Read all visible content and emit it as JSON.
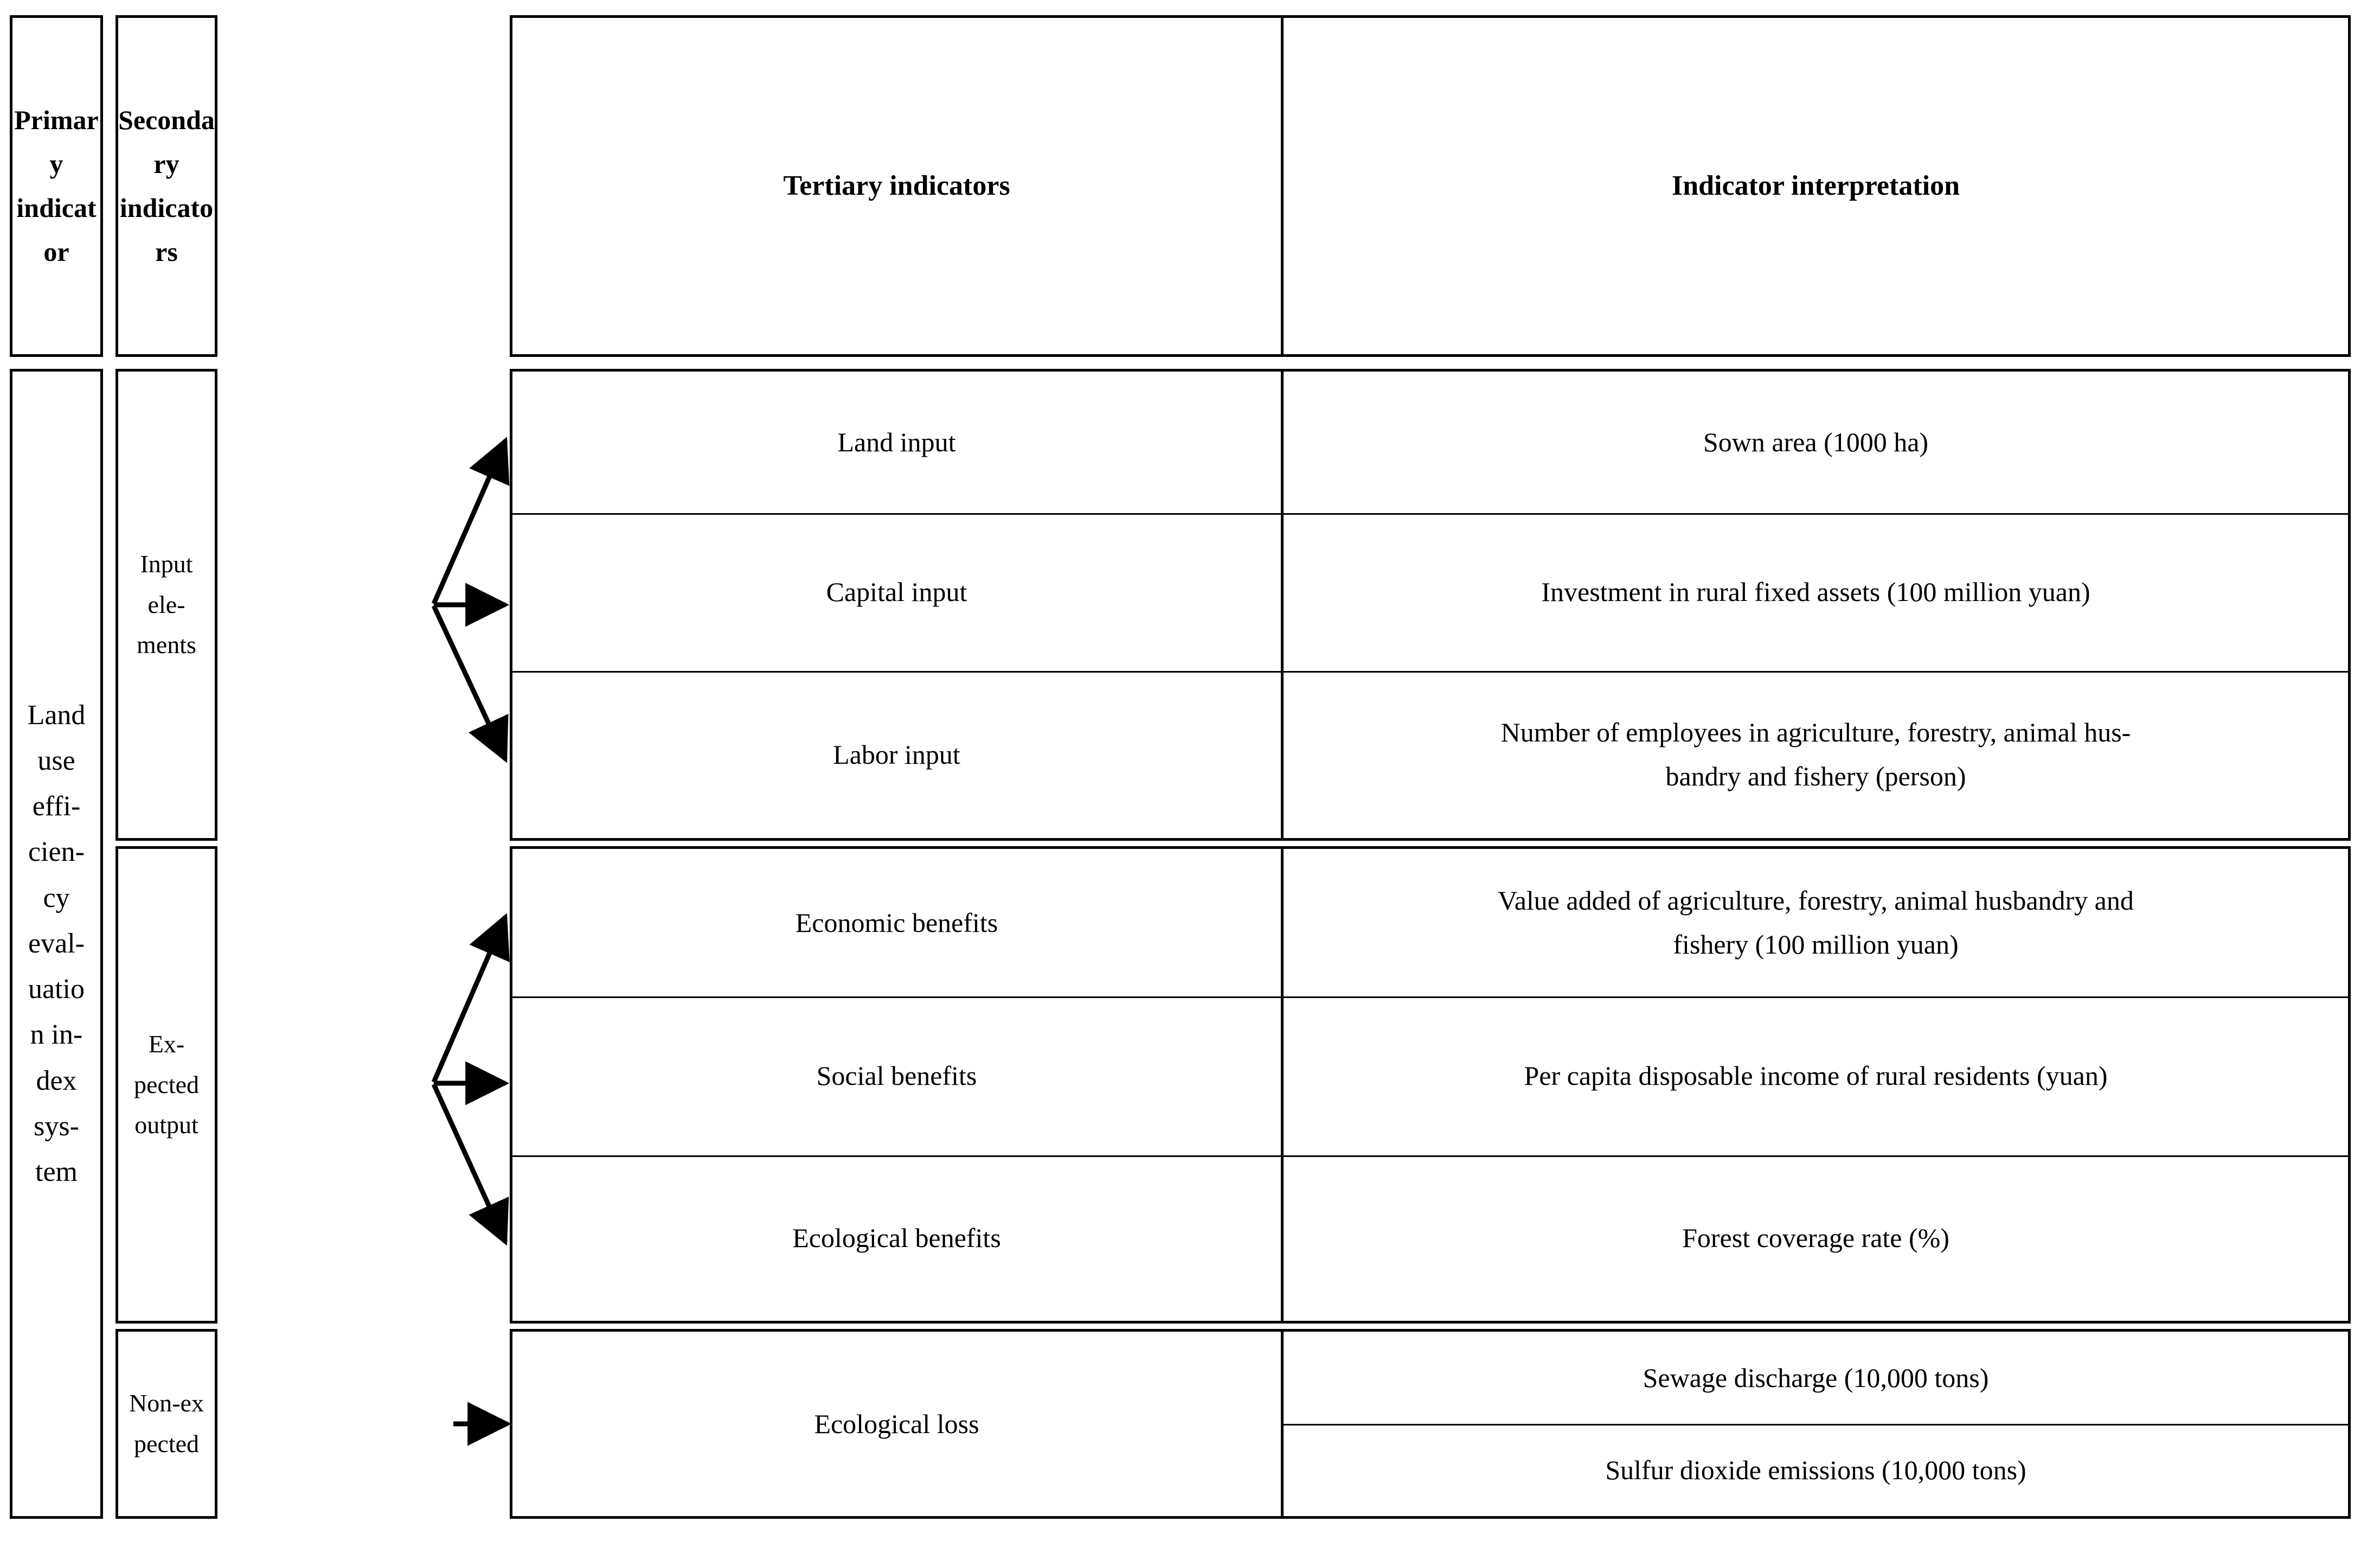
{
  "figure": {
    "kind": "indicator-system-table",
    "headers": {
      "primary": [
        "Primar",
        "y",
        "indicat",
        "or"
      ],
      "secondary": [
        "Seconda",
        "ry",
        "indicato",
        "rs"
      ],
      "tertiary": "Tertiary indicators",
      "interpretation": "Indicator interpretation"
    },
    "primary_indicator": [
      "Land",
      "use",
      "effi-",
      "cien-",
      "cy",
      "eval-",
      "uatio",
      "n in-",
      "dex",
      "sys-",
      "tem"
    ],
    "groups": [
      {
        "secondary": [
          "Input",
          "ele-",
          "ments"
        ],
        "arrows": 3,
        "rows": [
          {
            "tertiary": "Land input",
            "interpretation": [
              "Sown area (1000 ha)"
            ]
          },
          {
            "tertiary": "Capital input",
            "interpretation": [
              "Investment in rural fixed assets (100 million yuan)"
            ]
          },
          {
            "tertiary": "Labor input",
            "interpretation": [
              "Number of employees in agriculture, forestry, animal hus-",
              "bandry and fishery (person)"
            ]
          }
        ]
      },
      {
        "secondary": [
          "Ex-",
          "pected",
          "output"
        ],
        "arrows": 3,
        "rows": [
          {
            "tertiary": "Economic benefits",
            "interpretation": [
              "Value added of agriculture, forestry, animal husbandry and",
              "fishery (100 million yuan)"
            ]
          },
          {
            "tertiary": "Social benefits",
            "interpretation": [
              "Per capita disposable income of rural residents (yuan)"
            ]
          },
          {
            "tertiary": "Ecological benefits",
            "interpretation": [
              "Forest coverage rate (%)"
            ]
          }
        ]
      },
      {
        "secondary": [
          "Non-ex",
          "pected"
        ],
        "arrows": 1,
        "rows": [
          {
            "tertiary": "Ecological loss",
            "interpretation": [
              "Sewage discharge (10,000 tons)"
            ]
          },
          {
            "tertiary": "",
            "interpretation": [
              "Sulfur dioxide emissions (10,000 tons)"
            ]
          }
        ]
      }
    ],
    "colors": {
      "line": "#000000",
      "background": "#ffffff",
      "text": "#000000"
    }
  }
}
